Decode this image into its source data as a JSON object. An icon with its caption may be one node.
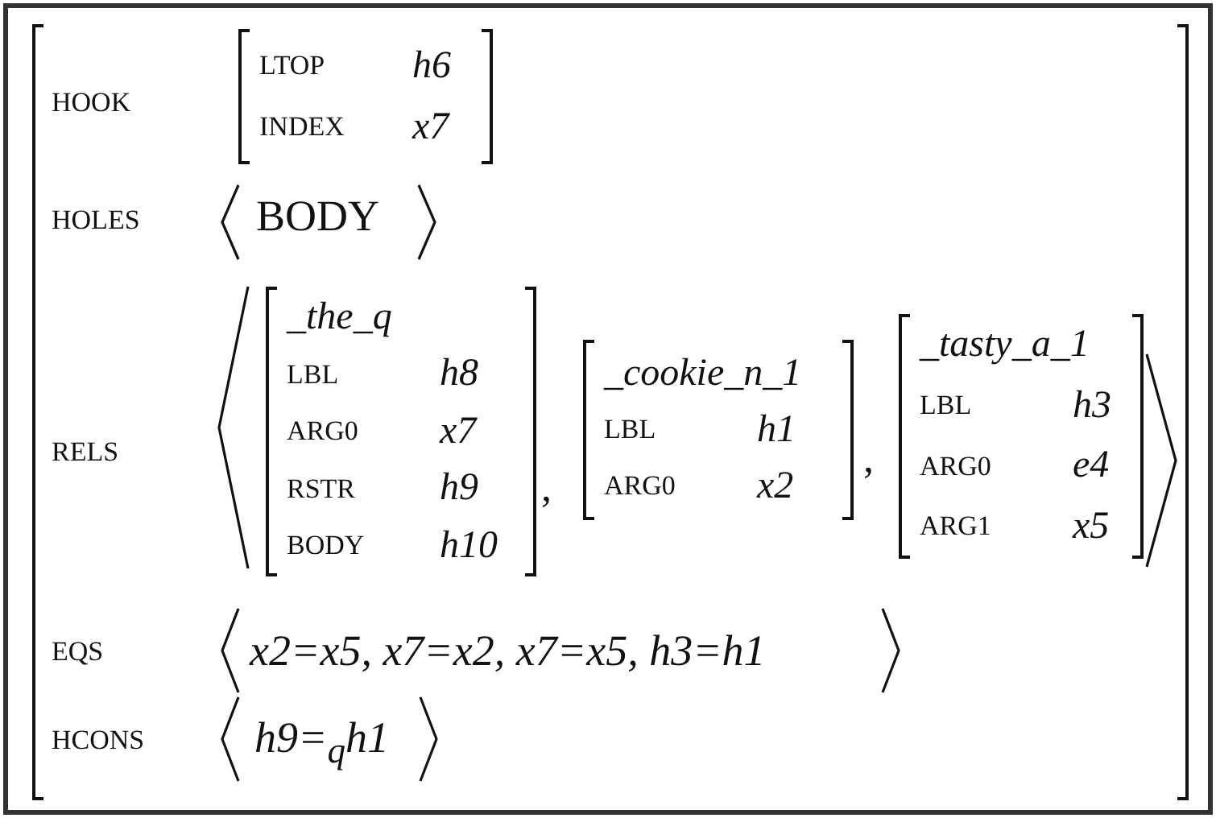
{
  "diagram": {
    "nodes": [
      {
        "text": [
          "HOOK",
          "HOLES",
          "BODY",
          "RELS",
          "EQS",
          "x2=x5, x7=x2, x7=x5, h3=h1",
          "HCONS",
          "h9=$_{q}$h1"
        ]
      },
      {
        "text": [
          "LTOP",
          "h6",
          "INDEX",
          "x7"
        ],
        "in": 0
      },
      {
        "text": [
          "_the_q",
          "LBL",
          "h8",
          "ARG0",
          "x7",
          "RSTR",
          "h9",
          "BODY",
          "h10"
        ],
        "in": 0
      },
      {
        "text": [
          "_cookie_n_1",
          "LBL",
          "h1",
          "ARG0",
          "x2"
        ],
        "in": 0
      },
      {
        "text": [
          "_tasty_a_1",
          "LBL",
          "h3",
          "ARG0",
          "e4",
          "ARG1",
          "x5"
        ],
        "in": 0
      }
    ],
    "labels": [
      ",",
      ","
    ]
  }
}
